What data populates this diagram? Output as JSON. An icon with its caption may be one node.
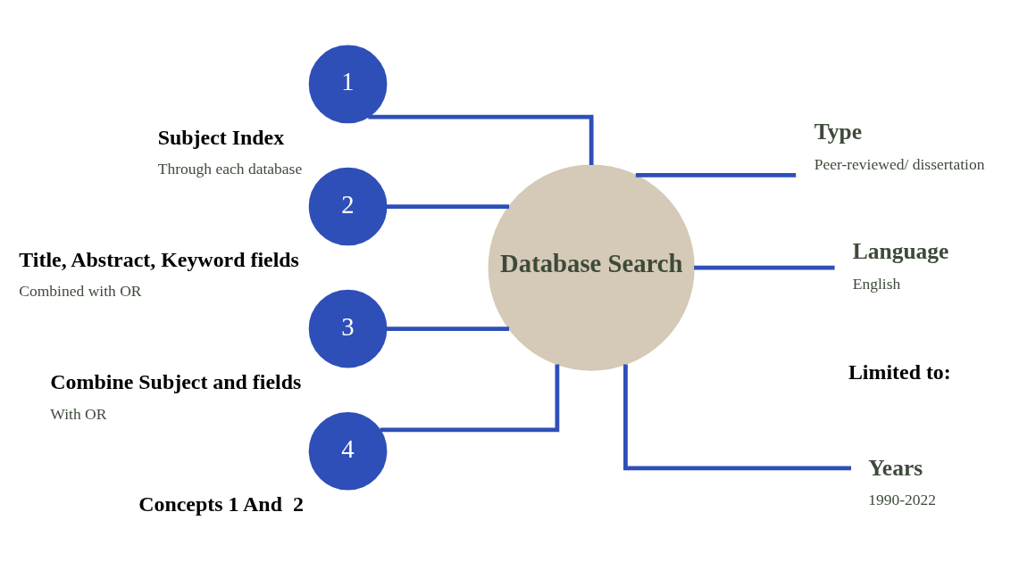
{
  "diagram": {
    "nodes": [
      {
        "text": [
          "1"
        ],
        "beside": [
          "Subject Index",
          "Through each database"
        ]
      },
      {
        "text": [
          "2"
        ],
        "beside": [
          "Title, Abstract, Keyword fields",
          "Combined with OR"
        ]
      },
      {
        "text": [
          "3"
        ],
        "beside": [
          "Combine Subject and fields",
          "With OR"
        ]
      },
      {
        "text": [
          "4"
        ],
        "beside": [
          "Concepts 1 And  2"
        ]
      },
      {
        "text": [
          "Database Search"
        ]
      },
      {
        "text": [
          "Years",
          "1990-2022"
        ]
      },
      {
        "text": [
          "Type",
          "Peer-reviewed/ dissertation"
        ]
      },
      {
        "text": [
          "Language",
          "English"
        ]
      }
    ],
    "edges": [
      {
        "from": 0,
        "to": 4,
        "arrow": "none"
      },
      {
        "from": 1,
        "to": 4,
        "arrow": "none"
      },
      {
        "from": 2,
        "to": 4,
        "arrow": "none"
      },
      {
        "from": 3,
        "to": 4,
        "arrow": "none"
      },
      {
        "from": 4,
        "to": 5,
        "arrow": "none"
      },
      {
        "from": 4,
        "to": 6,
        "arrow": "none"
      },
      {
        "from": 4,
        "to": 7,
        "arrow": "none"
      }
    ],
    "labels": [
      "Limited to:"
    ]
  }
}
